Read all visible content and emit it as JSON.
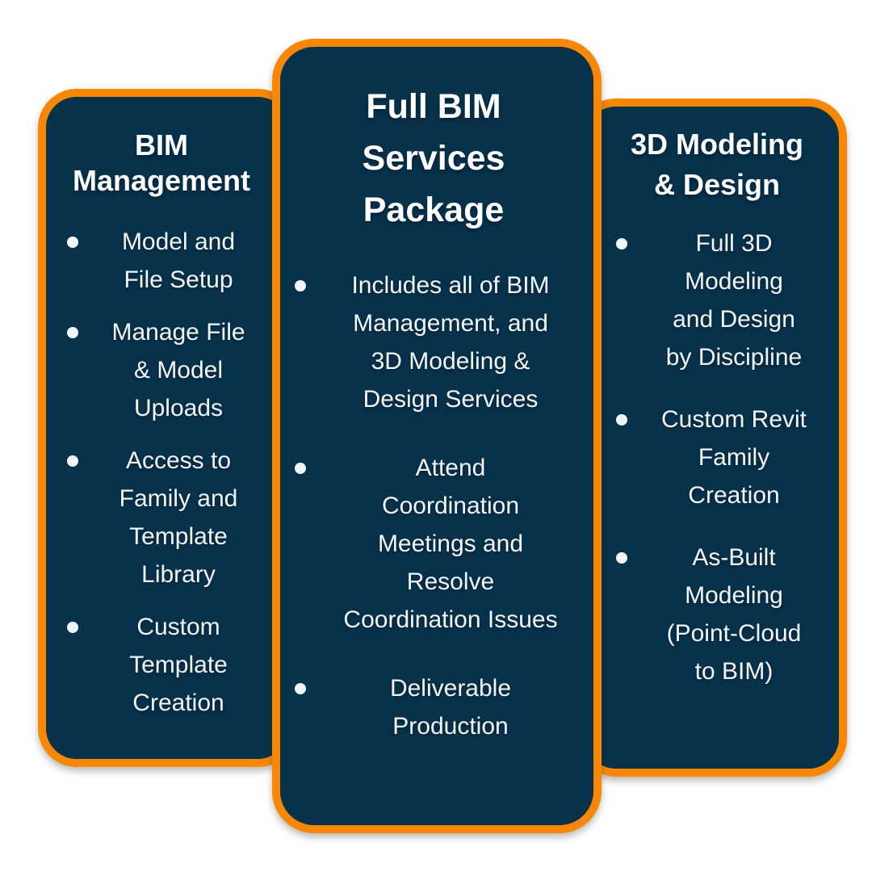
{
  "colors": {
    "card_fill": "#06324C",
    "card_border": "#FA8702",
    "title_text": "#FFFFFF",
    "body_text": "#F4F6F7",
    "bullet": "#F2F4F5",
    "background": "#FFFFFF"
  },
  "bullet_glyph": "•",
  "cards": [
    {
      "id": "bim-management",
      "title": "BIM\nManagement",
      "items": [
        "Model and\nFile Setup",
        "Manage File\n& Model\nUploads",
        "Access to\nFamily and\nTemplate\nLibrary",
        "Custom\nTemplate\nCreation"
      ]
    },
    {
      "id": "full-bim-services-package",
      "title": "Full BIM\nServices\nPackage",
      "items": [
        "Includes all of BIM\nManagement, and\n3D Modeling &\nDesign Services",
        "Attend\nCoordination\nMeetings and\nResolve\nCoordination Issues",
        "Deliverable\nProduction"
      ]
    },
    {
      "id": "3d-modeling-design",
      "title": "3D Modeling\n& Design",
      "items": [
        "Full 3D\nModeling\nand Design\nby Discipline",
        "Custom Revit\nFamily\nCreation",
        "As-Built\nModeling\n(Point-Cloud\nto BIM)"
      ]
    }
  ]
}
